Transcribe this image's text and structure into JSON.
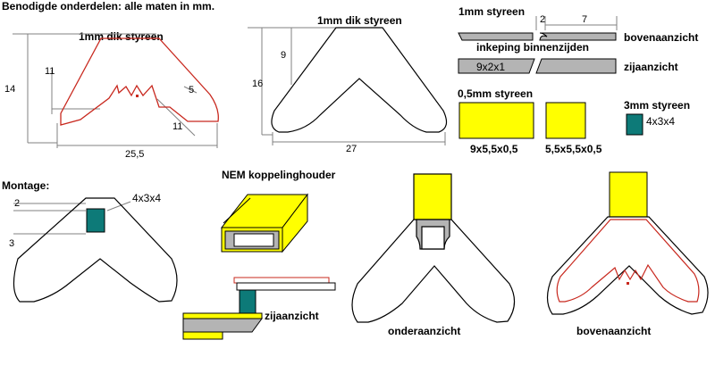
{
  "header": {
    "title": "Benodigde onderdelen: alle maten in mm."
  },
  "part1": {
    "material": "1mm dik styreen",
    "dim_14": "14",
    "dim_11_vert": "11",
    "dim_5": "5",
    "dim_11_diag": "11",
    "dim_width": "25,5"
  },
  "part2": {
    "material": "1mm dik styreen",
    "dim_9": "9",
    "dim_16": "16",
    "dim_width": "27"
  },
  "part3": {
    "material": "1mm styreen",
    "dim_2": "2",
    "dim_7": "7",
    "inkeping": "inkeping binnenzijden",
    "bovenaanzicht": "bovenaanzicht",
    "zijaanzicht": "zijaanzicht",
    "size": "9x2x1"
  },
  "part4": {
    "material": "0,5mm styreen",
    "size_a": "9x5,5x0,5",
    "size_b": "5,5x5,5x0,5"
  },
  "part5": {
    "material": "3mm styreen",
    "size": "4x3x4"
  },
  "montage": {
    "title": "Montage:",
    "dim_2": "2",
    "dim_3": "3",
    "size": "4x3x4"
  },
  "nem": {
    "title": "NEM koppelinghouder",
    "zijaanzicht": "zijaanzicht"
  },
  "views": {
    "onderaanzicht": "onderaanzicht",
    "bovenaanzicht": "bovenaanzicht"
  },
  "colors": {
    "red_outline": "#c8281e",
    "yellow": "#ffff00",
    "teal": "#0d7a78",
    "grey": "#b4b4b4",
    "line": "#000000"
  }
}
